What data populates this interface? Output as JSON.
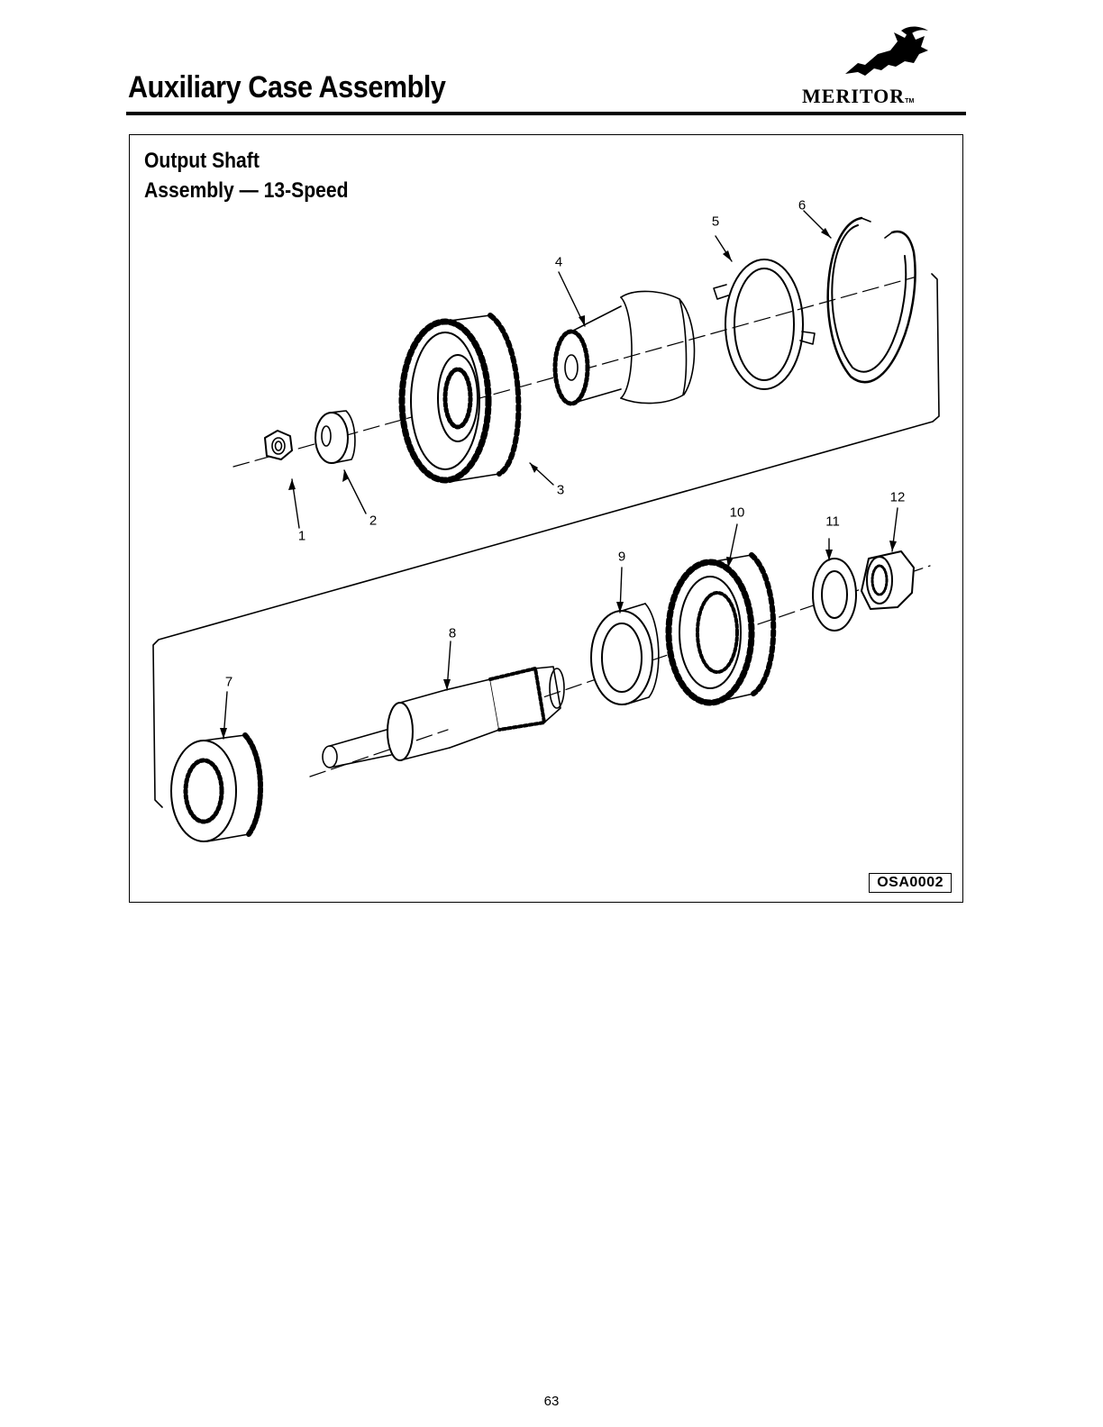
{
  "header": {
    "title": "Auxiliary Case Assembly",
    "logo_text": "MERITOR",
    "logo_tm": "TM"
  },
  "figure": {
    "heading_line1": "Output Shaft",
    "heading_line2": "Assembly — 13-Speed",
    "code": "OSA0002",
    "callouts": [
      "1",
      "2",
      "3",
      "4",
      "5",
      "6",
      "7",
      "8",
      "9",
      "10",
      "11",
      "12"
    ]
  },
  "footer": {
    "page_number": "63"
  }
}
